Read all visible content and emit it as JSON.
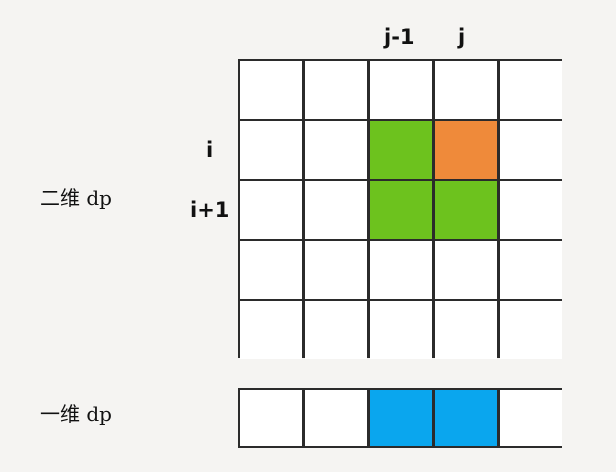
{
  "labels": {
    "col_prev": "j-1",
    "col_cur": "j",
    "row_cur": "i",
    "row_next": "i+1",
    "two_d": "二维 dp",
    "one_d": "一维 dp"
  },
  "colors": {
    "green": "#6dc21e",
    "orange": "#ef8a3a",
    "blue": "#0aa6ee",
    "white": "#ffffff"
  },
  "grid_2d": {
    "rows": 5,
    "cols": 5,
    "cells": [
      [
        "white",
        "white",
        "white",
        "white",
        "white"
      ],
      [
        "white",
        "white",
        "green",
        "orange",
        "white"
      ],
      [
        "white",
        "white",
        "green",
        "green",
        "white"
      ],
      [
        "white",
        "white",
        "white",
        "white",
        "white"
      ],
      [
        "white",
        "white",
        "white",
        "white",
        "white"
      ]
    ]
  },
  "grid_1d": {
    "cols": 5,
    "cells": [
      "white",
      "white",
      "blue",
      "blue",
      "white"
    ]
  }
}
